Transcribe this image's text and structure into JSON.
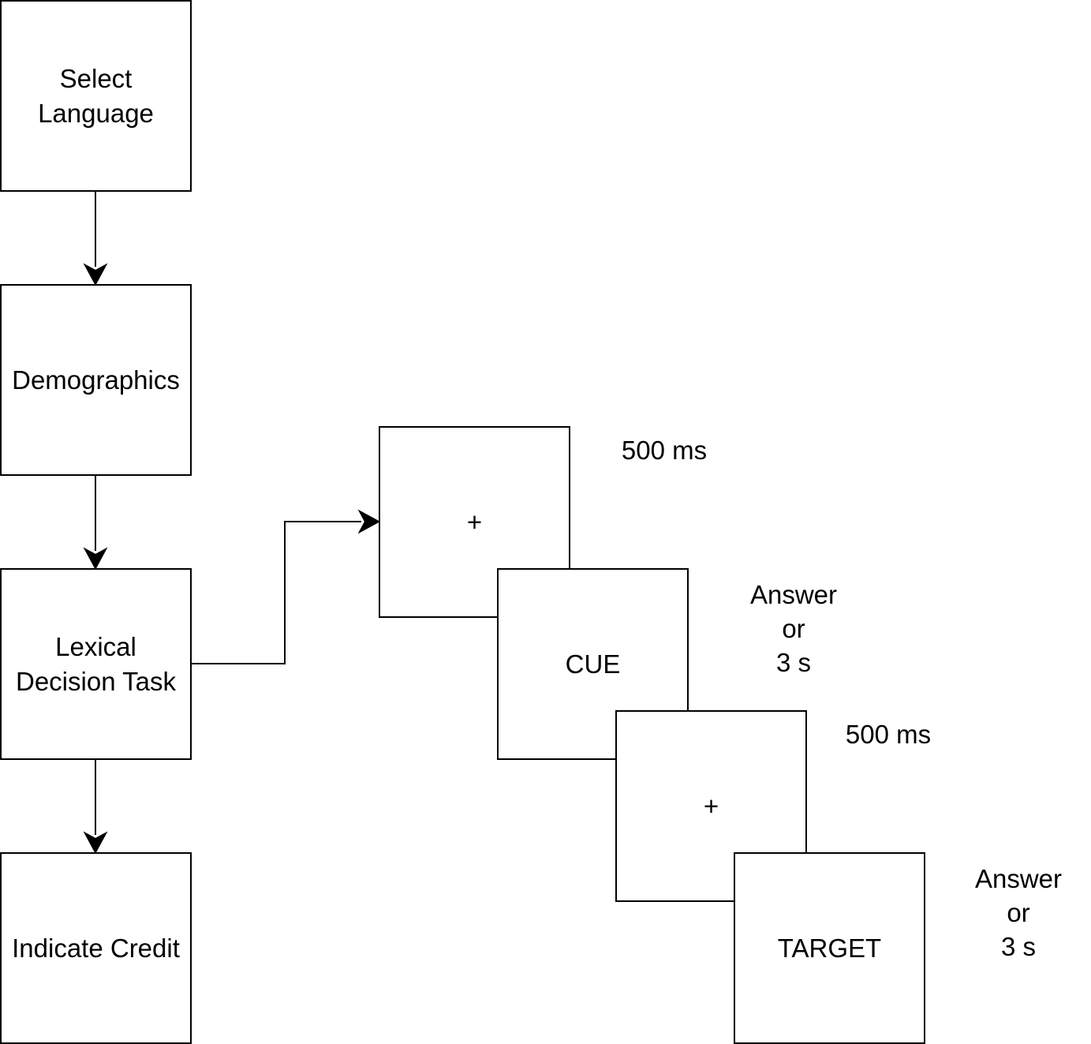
{
  "flow": {
    "steps": [
      {
        "label": "Select\nLanguage"
      },
      {
        "label": "Demographics"
      },
      {
        "label": "Lexical\nDecision Task"
      },
      {
        "label": "Indicate Credit"
      }
    ]
  },
  "trial": {
    "screens": [
      {
        "content": "+",
        "duration": "500 ms"
      },
      {
        "content": "CUE",
        "duration": "Answer\nor\n3 s"
      },
      {
        "content": "+",
        "duration": "500 ms"
      },
      {
        "content": "TARGET",
        "duration": "Answer\nor\n3 s"
      }
    ]
  },
  "colors": {
    "stroke": "#000000",
    "fill": "#ffffff",
    "text": "#000000"
  }
}
